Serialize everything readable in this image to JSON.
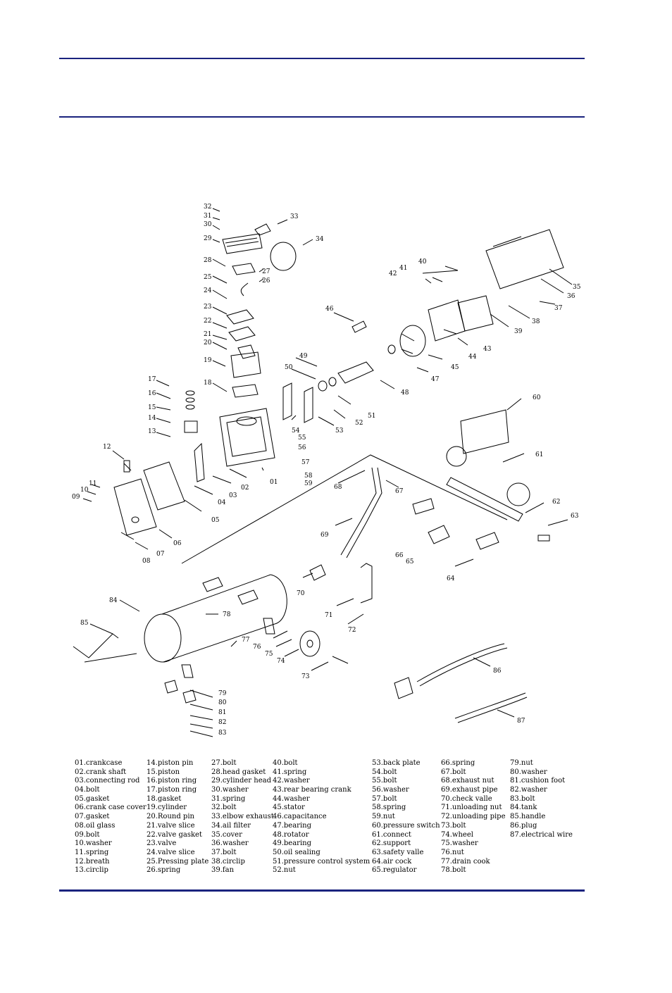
{
  "diagram": {
    "callouts": [
      "01",
      "02",
      "03",
      "04",
      "05",
      "06",
      "07",
      "08",
      "09",
      "10",
      "11",
      "12",
      "13",
      "14",
      "15",
      "16",
      "17",
      "18",
      "19",
      "20",
      "21",
      "22",
      "23",
      "24",
      "25",
      "26",
      "27",
      "28",
      "29",
      "30",
      "31",
      "32",
      "33",
      "34",
      "35",
      "36",
      "37",
      "38",
      "39",
      "40",
      "41",
      "42",
      "43",
      "44",
      "45",
      "46",
      "47",
      "48",
      "49",
      "50",
      "51",
      "52",
      "53",
      "54",
      "55",
      "56",
      "57",
      "58",
      "59",
      "60",
      "61",
      "62",
      "63",
      "64",
      "65",
      "66",
      "67",
      "68",
      "69",
      "70",
      "71",
      "72",
      "73",
      "74",
      "75",
      "76",
      "77",
      "78",
      "79",
      "80",
      "81",
      "82",
      "83",
      "84",
      "85",
      "86",
      "87"
    ]
  },
  "legend": {
    "columns": [
      [
        "01.crankcase",
        "02.crank shaft",
        "03.connecting rod",
        "04.bolt",
        "05.gasket",
        "06.crank case cover",
        "07.gasket",
        "08.oil glass",
        "09.bolt",
        "10.washer",
        "11.spring",
        "12.breath",
        "13.circlip"
      ],
      [
        "14.piston pin",
        "15.piston",
        "16.piston ring",
        "17.piston ring",
        "18.gasket",
        "19.cylinder",
        "20.Round pin",
        "21.valve slice",
        "22.valve gasket",
        "23.valve",
        "24.valve slice",
        "25.Pressing plate",
        "26.spring"
      ],
      [
        "27.bolt",
        "28.head gasket",
        "29.cylinder head",
        "30.washer",
        "31.spring",
        "32.bolt",
        "33.elbow exhaust",
        "34.ail filter",
        "35.cover",
        "36.washer",
        "37.bolt",
        "38.circlip",
        "39.fan"
      ],
      [
        "40.bolt",
        "41.spring",
        "42.washer",
        "43.rear bearing crank",
        "44.washer",
        "45.stator",
        "46.capacitance",
        "47.bearing",
        "48.rotator",
        "49.bearing",
        "50.oil sealing",
        "51.pressure control system",
        "52.nut"
      ],
      [
        "53.back plate",
        "54.bolt",
        "55.bolt",
        "56.washer",
        "57.bolt",
        "58.spring",
        "59.nut",
        "60.pressure switch",
        "61.connect",
        "62.support",
        "63.safety valle",
        "64.air cock",
        "65.regulator"
      ],
      [
        "66.spring",
        "67.bolt",
        "68.exhaust nut",
        "69.exhaust pipe",
        "70.check valle",
        "71.unloading nut",
        "72.unloading pipe",
        "73.bolt",
        "74.wheel",
        "75.washer",
        "76.nut",
        "77.drain cook",
        "78.bolt"
      ],
      [
        "79.nut",
        "80.washer",
        "81.cushion foot",
        "82.washer",
        "83.bolt",
        "84.tank",
        "85.handle",
        "86.plug",
        "87.electrical wire"
      ]
    ]
  }
}
